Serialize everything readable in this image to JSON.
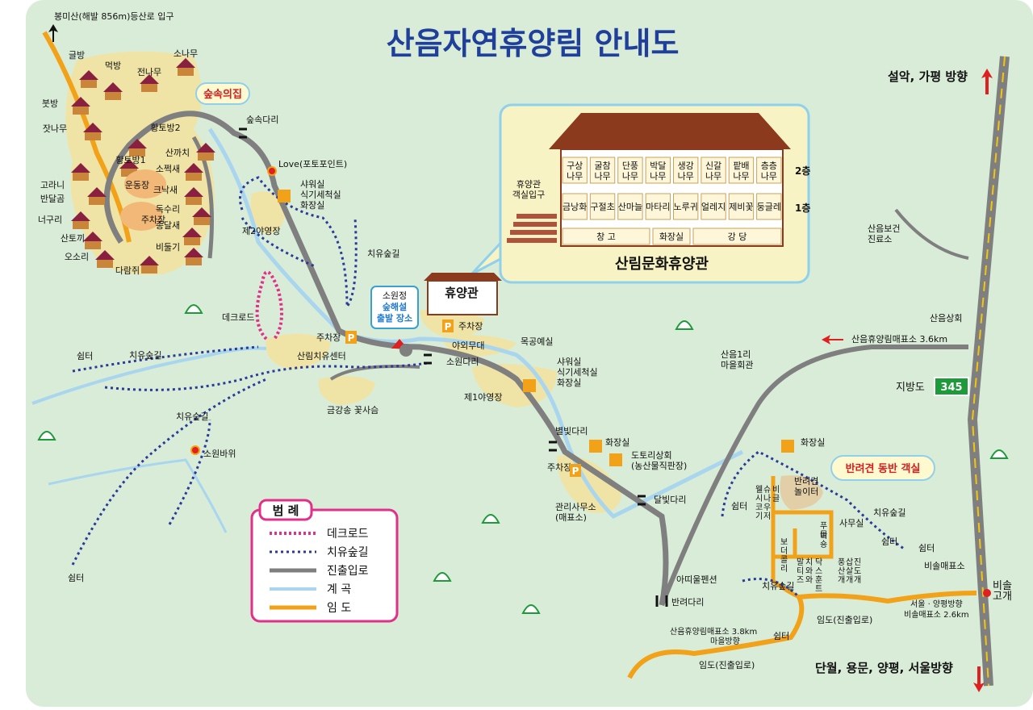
{
  "title": "산음자연휴양림 안내도",
  "colors": {
    "background": "#d9ecd8",
    "title": "#1f3f9a",
    "main_road": "#7f7f7f",
    "forest_road": "#f2a219",
    "deck_road": "#e0308a",
    "healing_trail": "#2b3a9a",
    "stream": "#a9d6ee",
    "cabin_area": "#efe4a6",
    "roof": "#8a2040",
    "route_sign": "#1f9a3a",
    "arrow": "#e02020"
  },
  "directions": {
    "top_left": "봉미산(해발 856m)등산로 입구",
    "top_right": "설악, 가평 방향",
    "bottom_right": "단월, 용문, 양평, 서울방향",
    "shop_distance": "산음휴양림매표소 3.6km",
    "route_label": "지방도",
    "route_number": "345",
    "seoul_direction": "서울 · 양평방향",
    "bisol_distance": "비솔매표소 2.6km",
    "village_direction": "마을방향",
    "shop_distance_2": "산음휴양림매표소 3.8km",
    "bisol_pass": "비솔\n고개"
  },
  "callouts": {
    "forest_house": "숲속의집",
    "pet_rooms": "반려견 동반 객실",
    "sowonjeong": "소원정",
    "forest_commentary": "숲해설",
    "start_place": "출발 장소"
  },
  "building": {
    "name": "산림문화휴양관",
    "entrance": "휴양관\n객실입구",
    "floor2_label": "2층",
    "floor1_label": "1층",
    "floor2_rooms": [
      "구상\n나무",
      "굴참\n나무",
      "단풍\n나무",
      "박달\n나무",
      "생강\n나무",
      "신갈\n나무",
      "팥배\n나무",
      "층층\n나무"
    ],
    "floor1_rooms": [
      "금낭화",
      "구절초",
      "산마늘",
      "마타리",
      "노루귀",
      "얼레지",
      "제비꽃",
      "둥글레"
    ],
    "ground": [
      "창  고",
      "화장실",
      "강  당"
    ]
  },
  "cabins": [
    "글방",
    "먹방",
    "소나무",
    "전나무",
    "붓방",
    "잣나무",
    "황토방2",
    "황토방1",
    "산까치",
    "소쩍새",
    "고라니",
    "반달곰",
    "운동장",
    "크낙새",
    "너구리",
    "주차장",
    "독수리",
    "종달새",
    "산토끼",
    "비둘기",
    "오소리",
    "다람쥐"
  ],
  "places": {
    "bridge_forest": "숲속다리",
    "love_photo": "Love(포토포인트)",
    "shower1": "샤워실\n식기세척실\n화장실",
    "camp2": "제2야영장",
    "healing_trail1": "치유숲길",
    "deck_road": "데크로드",
    "hyuyanggwan": "휴양관",
    "parking1": "주차장",
    "parking2": "주차장",
    "parking3": "주차장",
    "woodcraft": "목공예실",
    "outdoor_stage": "야외무대",
    "healing_center": "산림치유센터",
    "shelter1": "쉼터",
    "healing_trail2": "치유숲길",
    "sowon_bridge": "소원다리",
    "shower2": "샤워실\n식기세척실\n화장실",
    "camp1": "제1야영장",
    "gold_pine": "금강송 꽃사슴",
    "healing_trail3": "치유숲길",
    "sowon_rock": "소원바위",
    "starlight_bridge": "별빛다리",
    "toilet1": "화장실",
    "store": "도토리상회\n(농산물직판장)",
    "office": "관리사무소\n(매표소)",
    "moon_bridge": "달빛다리",
    "pension": "아띠울펜션",
    "banryeo_bridge": "반려다리",
    "shelter2": "쉼터",
    "clinic": "산음보건\n진료소",
    "store_village": "산음상회",
    "village_hall": "산음1리\n마을회관",
    "toilet2": "화장실",
    "dog_playground": "반려견\n놀이터",
    "office2": "사무실",
    "healing_trail4": "치유숲길",
    "healing_trail5": "치유숲길",
    "shelter3": "쉼터",
    "shelter4": "쉼터",
    "shelter5": "쉼터",
    "shelter6": "쉼터",
    "bisol_shop": "비솔매표소",
    "forest_road1": "임도(진출입로)",
    "forest_road2": "임도(진출입로)"
  },
  "pet_cabins": [
    "웰시코기",
    "슈나우저",
    "비글",
    "푸들",
    "비숑",
    "보더콜리",
    "말티즈",
    "치와와",
    "닥스훈트",
    "풍산개",
    "삽살개",
    "진도개"
  ],
  "legend": {
    "title": "범 례",
    "items": [
      "데크로드",
      "치유숲길",
      "진출입로",
      "계    곡",
      "임    도"
    ]
  }
}
